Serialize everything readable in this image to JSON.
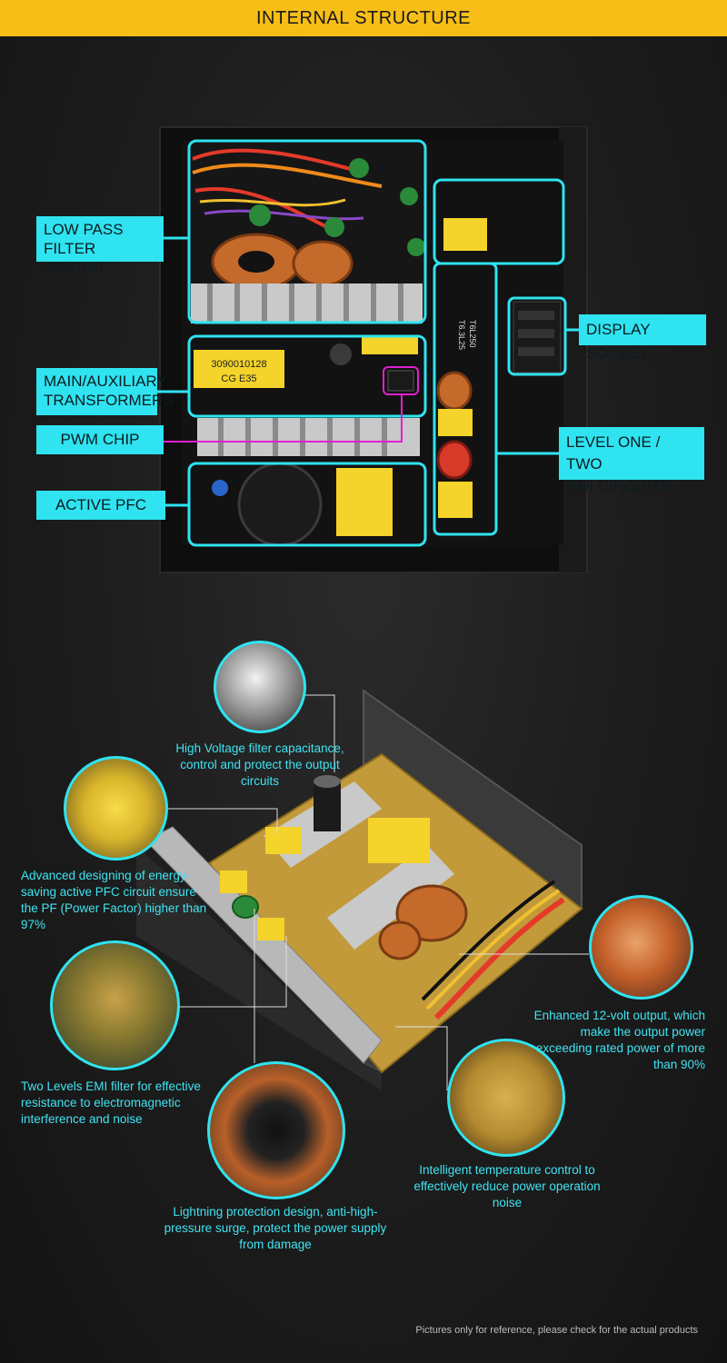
{
  "header": {
    "title": "INTERNAL STRUCTURE"
  },
  "labels": {
    "low_pass": [
      "LOW PASS",
      "FILTER CIRCUIT"
    ],
    "transformers": [
      "MAIN/AUXILIARY",
      "TRANSFORMERS"
    ],
    "pwm": "PWM CHIP",
    "pfc": "ACTIVE PFC",
    "display_socket": "DISPLAY SOCKET",
    "emi": [
      "LEVEL ONE / TWO",
      "EMI CIRCUITS"
    ]
  },
  "board_print": {
    "transformer_line1": "3090010128",
    "transformer_line2": "CG  E35",
    "fuse_line1": "T6.3L25",
    "fuse_line2": "T6L250"
  },
  "features": {
    "high_voltage": "High Voltage filter capacitance, control and protect the output circuits",
    "pfc": "Advanced designing of energy-saving active PFC circuit ensure the PF (Power Factor) higher than 97%",
    "emi": "Two Levels EMI filter for effective resistance to electromagnetic interference and noise",
    "lightning": "Lightning protection design, anti-high-pressure surge, protect the power supply from damage",
    "temperature": "Intelligent temperature control to effectively reduce power operation noise",
    "output": "Enhanced 12-volt output, which make the output power exceeding rated power of more than 90%"
  },
  "footer": "Pictures only for reference, please check for the actual products",
  "colors": {
    "accent": "#2fe3f0",
    "header": "#f7be17",
    "pwm_highlight": "#e01fd0"
  }
}
